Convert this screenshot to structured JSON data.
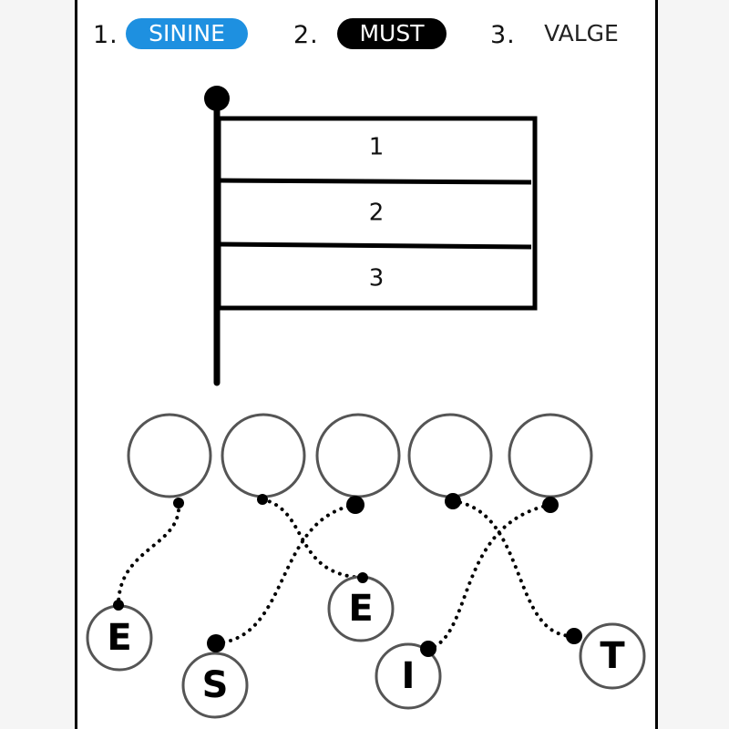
{
  "legend": [
    {
      "num": "1.",
      "label": "SININE",
      "bg": "#1e90e0",
      "fg": "#ffffff"
    },
    {
      "num": "2.",
      "label": "MUST",
      "bg": "#000000",
      "fg": "#ffffff"
    },
    {
      "num": "3.",
      "label": "VALGE",
      "bg": "#ffffff",
      "fg": "#222222"
    }
  ],
  "flag": {
    "stripes": [
      "1",
      "2",
      "3"
    ]
  },
  "answer_slots": 5,
  "letters": [
    "E",
    "S",
    "E",
    "I",
    "T"
  ],
  "connections": [
    {
      "slot": 1,
      "letter": 1
    },
    {
      "slot": 2,
      "letter": 3
    },
    {
      "slot": 3,
      "letter": 2
    },
    {
      "slot": 4,
      "letter": 5
    },
    {
      "slot": 5,
      "letter": 4
    }
  ]
}
